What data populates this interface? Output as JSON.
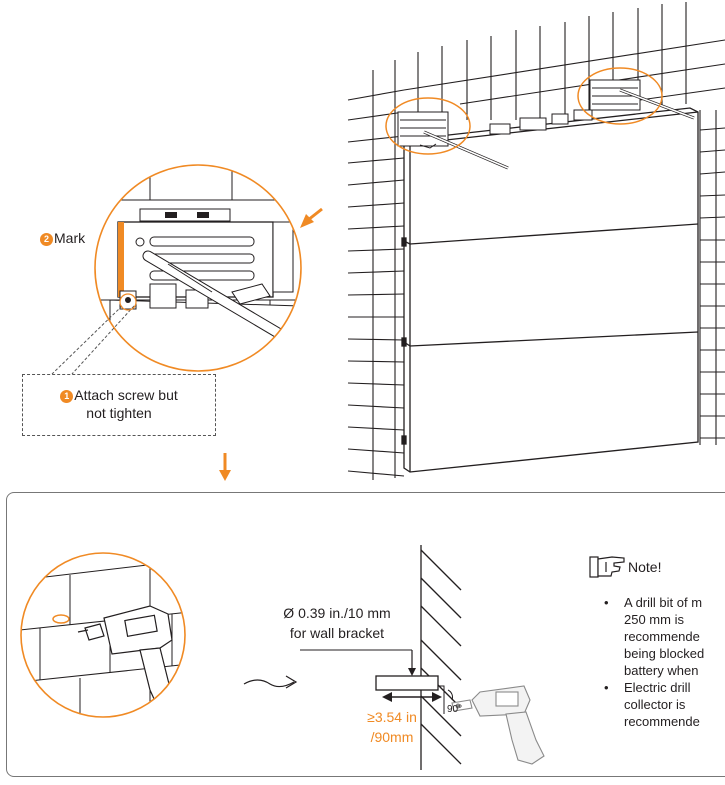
{
  "step_mark": {
    "badge": "2",
    "label": "Mark"
  },
  "step_attach": {
    "badge": "1",
    "label_line1": "Attach screw but",
    "label_line2": "not tighten"
  },
  "drill_spec": {
    "line1": "Ø 0.39 in./10 mm",
    "line2": "for wall bracket"
  },
  "depth_spec": {
    "line1": "≥3.54 in",
    "line2": "/90mm"
  },
  "angle_label": "90°",
  "note": {
    "title": "Note!",
    "items": [
      "A drill bit of m 250 mm is recommende being blocked battery when",
      "Electric drill collector is recommende"
    ],
    "item1_lines": [
      "A drill bit of m",
      "250 mm is",
      "recommende",
      "being blocked",
      "battery when"
    ],
    "item2_lines": [
      "Electric drill",
      "collector is",
      "recommende"
    ]
  },
  "colors": {
    "accent": "#f08a24",
    "line": "#231f20"
  }
}
